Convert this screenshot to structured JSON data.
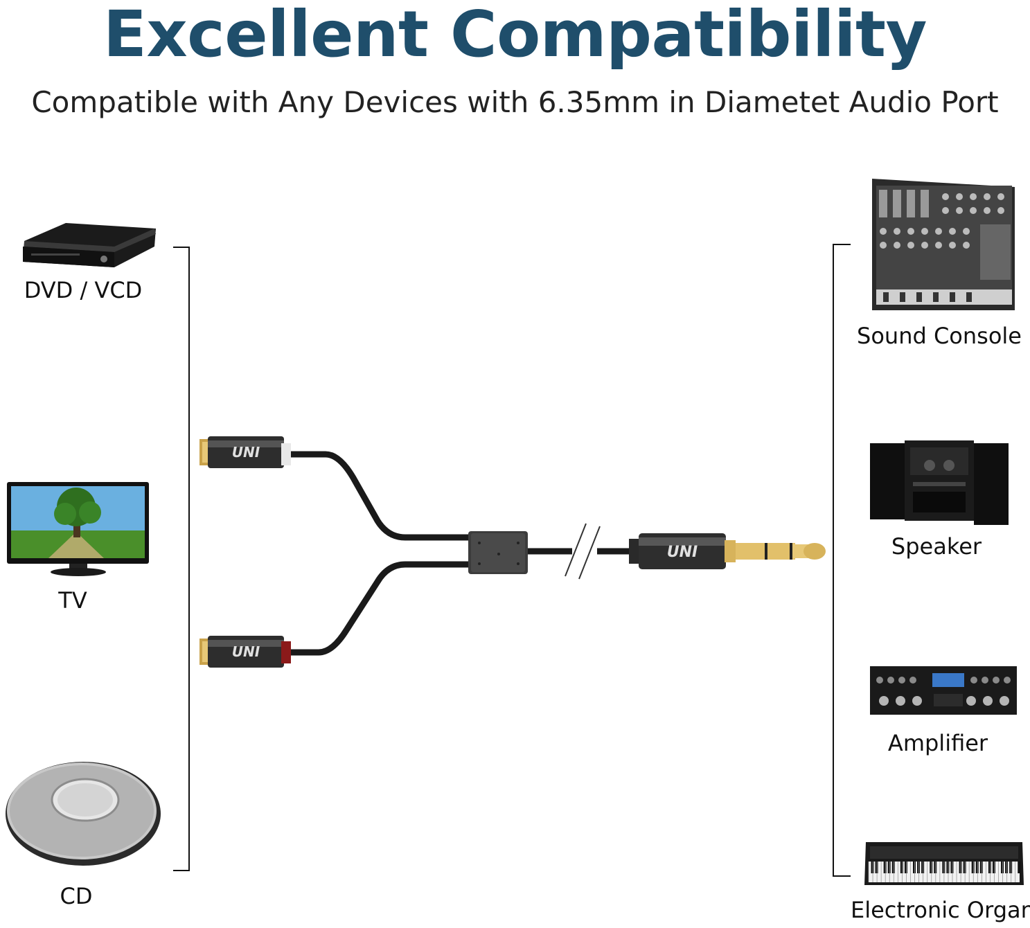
{
  "header": {
    "title": "Excellent Compatibility",
    "subtitle": "Compatible with Any Devices with 6.35mm in Diametet Audio Port"
  },
  "left_devices": [
    {
      "label": "DVD / VCD",
      "icon": "dvd-player-icon"
    },
    {
      "label": "TV",
      "icon": "tv-icon"
    },
    {
      "label": "CD",
      "icon": "cd-player-icon"
    }
  ],
  "right_devices": [
    {
      "label": "Sound Console",
      "icon": "mixing-console-icon"
    },
    {
      "label": "Speaker",
      "icon": "speaker-system-icon"
    },
    {
      "label": "Amplifier",
      "icon": "amplifier-icon"
    },
    {
      "label": "Electronic Organ",
      "icon": "keyboard-icon"
    }
  ],
  "cable": {
    "brand_mark": "UNI",
    "left_connector_icon": "rca-female-connector-icon",
    "right_connector_icon": "trs-6-35mm-plug-icon"
  },
  "colors": {
    "title": "#1f4e6b",
    "text": "#111111",
    "cable": "#1a1a1a",
    "gold": "#c9a24a",
    "red_ring": "#8b1a1a",
    "white_ring": "#e8e8e8"
  }
}
